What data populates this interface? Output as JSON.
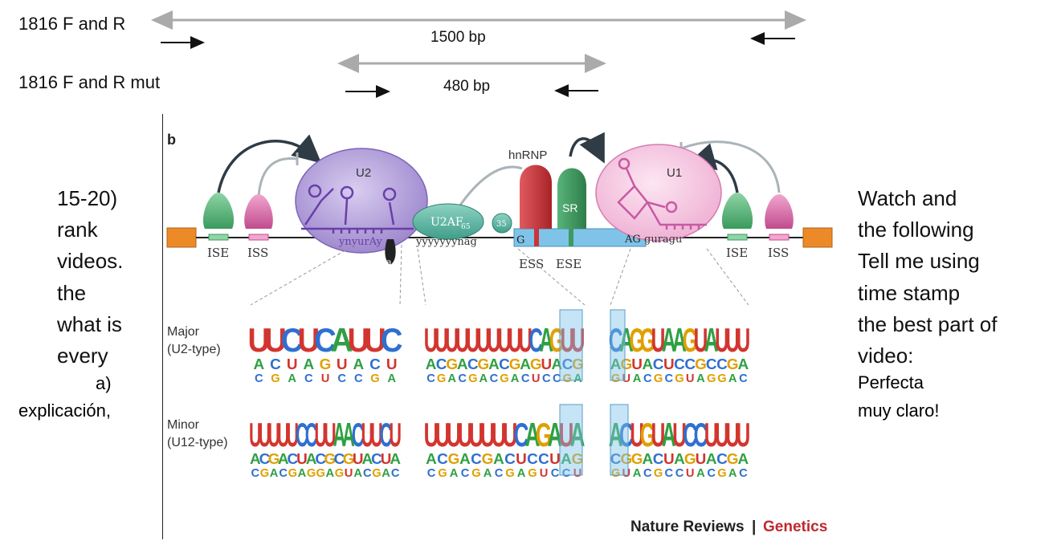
{
  "primers": {
    "row1_label": "1816 F and R",
    "row1_size": "1500 bp",
    "row2_label": "1816 F and R mut",
    "row2_size": "480 bp"
  },
  "left_text": {
    "lines": [
      "15-20)",
      "rank",
      "videos.",
      "the",
      "what is",
      "every"
    ],
    "line_a": "a)",
    "line_expl": "explicación,"
  },
  "right_text": {
    "lines": [
      "Watch and",
      "the following",
      "Tell me using",
      "time stamp",
      "the best part of",
      "video:"
    ],
    "small1": "Perfecta",
    "small2": "muy claro!"
  },
  "figure": {
    "panel": "b",
    "labels": {
      "u2": "U2",
      "u1": "U1",
      "hnrnp": "hnRNP",
      "sr": "SR",
      "u2af": "U2AF",
      "u2af_sub": "65",
      "u2af35": "35",
      "branch_a": "a",
      "ise_left": "ISE",
      "iss_left": "ISS",
      "ise_right": "ISE",
      "iss_right": "ISS",
      "ess": "ESS",
      "ese": "ESE",
      "seq_branch": "ynyurAy",
      "seq_ppt": "yyyyyyynag",
      "seq_g": "G",
      "seq_ag": "AG",
      "seq_5ss": "guragu"
    },
    "rows": {
      "major": "Major",
      "major_sub": "(U2-type)",
      "minor": "Minor",
      "minor_sub": "(U12-type)"
    },
    "logos": {
      "major_branch": "UUCUCAUUC",
      "major_ppt": "UUUUUUUUUUCAGUU",
      "major_5ss": "CAGGUAAGUAUUU",
      "minor_branch": "UUUUUCCUUAACUUCU",
      "minor_ppt": "UUUUUUUUCAGAUA",
      "minor_5ss": "ACUGUAUCCUUUU"
    },
    "credit_journal": "Nature Reviews",
    "credit_sep": "|",
    "credit_field": "Genetics",
    "colors": {
      "u2": "#a48fd0",
      "u1": "#f2b8d9",
      "u2af": "#5fb9a6",
      "hnrnp": "#c9343a",
      "sr": "#3f9a5e",
      "ise": "#4caf6e",
      "iss": "#d764a6",
      "exon": "#ec8a28",
      "mid_exon": "#7fc3e8",
      "journal_red": "#c0282f"
    }
  }
}
